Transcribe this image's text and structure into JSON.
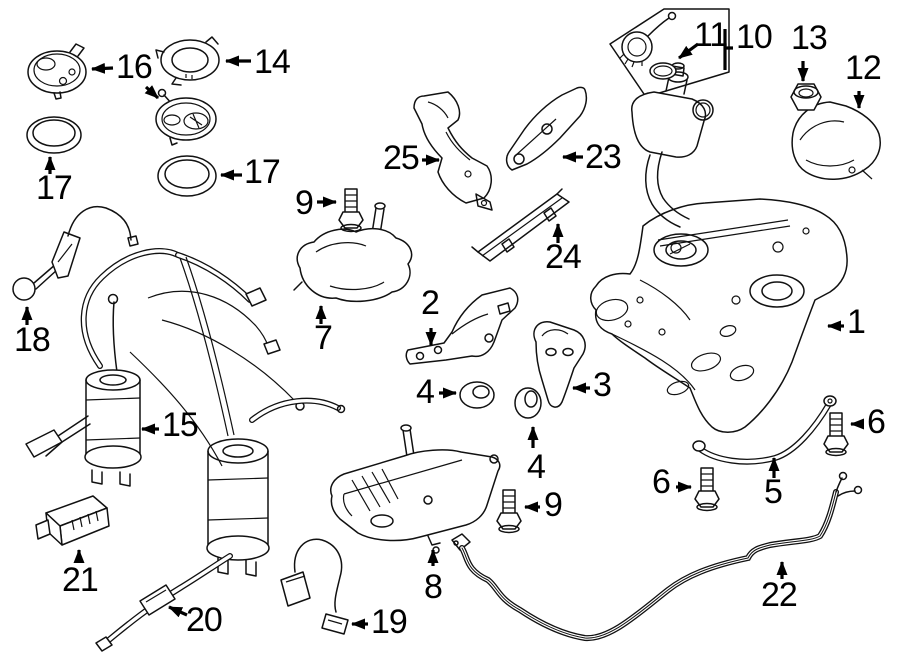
{
  "diagram": {
    "type": "exploded-parts-diagram",
    "background_color": "#ffffff",
    "line_color": "#111111",
    "callout_box_fill": "#f2f2f2",
    "callouts": [
      {
        "id": "16",
        "label": "16"
      },
      {
        "id": "14",
        "label": "14"
      },
      {
        "id": "17a",
        "label": "17"
      },
      {
        "id": "17b",
        "label": "17"
      },
      {
        "id": "9a",
        "label": "9"
      },
      {
        "id": "25",
        "label": "25"
      },
      {
        "id": "23",
        "label": "23"
      },
      {
        "id": "24",
        "label": "24"
      },
      {
        "id": "11",
        "label": "11"
      },
      {
        "id": "10",
        "label": "10"
      },
      {
        "id": "13",
        "label": "13"
      },
      {
        "id": "12",
        "label": "12"
      },
      {
        "id": "7",
        "label": "7"
      },
      {
        "id": "2",
        "label": "2"
      },
      {
        "id": "4a",
        "label": "4"
      },
      {
        "id": "3",
        "label": "3"
      },
      {
        "id": "4b",
        "label": "4"
      },
      {
        "id": "1",
        "label": "1"
      },
      {
        "id": "18",
        "label": "18"
      },
      {
        "id": "15",
        "label": "15"
      },
      {
        "id": "5",
        "label": "5"
      },
      {
        "id": "6a",
        "label": "6"
      },
      {
        "id": "6b",
        "label": "6"
      },
      {
        "id": "9b",
        "label": "9"
      },
      {
        "id": "8",
        "label": "8"
      },
      {
        "id": "22",
        "label": "22"
      },
      {
        "id": "19",
        "label": "19"
      },
      {
        "id": "20",
        "label": "20"
      },
      {
        "id": "21",
        "label": "21"
      }
    ]
  }
}
